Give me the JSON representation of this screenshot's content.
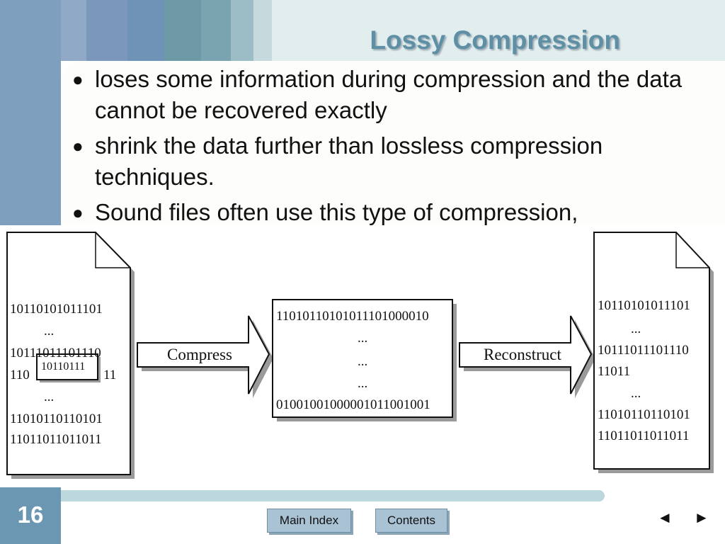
{
  "slide": {
    "title": "Lossy Compression",
    "number": "16"
  },
  "bullets": [
    {
      "symbol": "●",
      "text": "loses some information during compression and the data cannot be recovered exactly"
    },
    {
      "symbol": "●",
      "text": "shrink the data further than lossless compression techniques."
    },
    {
      "symbol": "●",
      "text": "Sound files often use this type of compression,"
    }
  ],
  "diagram": {
    "original_file": {
      "line1": "10110101011101",
      "line2": "...",
      "line3": "10111011101110",
      "line4_left": "110",
      "line4_right": "11",
      "highlight": "10110111",
      "line5": "...",
      "line6": "11010110110101",
      "line7": "11011011011011"
    },
    "compress_label": "Compress",
    "compressed_box": {
      "line1": "11010110101011101000010",
      "line2": "...",
      "line3": "...",
      "line4": "...",
      "line5": "01001001000001011001001"
    },
    "reconstruct_label": "Reconstruct",
    "reconstructed_file": {
      "line1": "10110101011101",
      "line2": "...",
      "line3": "10111011101110",
      "line4": "11011",
      "line5": "...",
      "line6": "11010110110101",
      "line7": "11011011011011"
    }
  },
  "nav": {
    "main_index": "Main Index",
    "contents": "Contents",
    "prev": "◄",
    "next": "►"
  }
}
